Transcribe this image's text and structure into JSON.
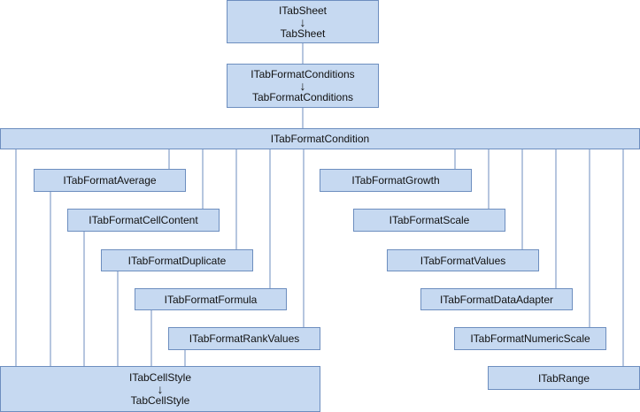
{
  "nodes": {
    "tabsheet": {
      "top": "ITabSheet",
      "arrow": "↓",
      "bottom": "TabSheet"
    },
    "tabformatconditions": {
      "top": "ITabFormatConditions",
      "arrow": "↓",
      "bottom": "TabFormatConditions"
    },
    "tabformatcondition": {
      "label": "ITabFormatCondition"
    },
    "left": [
      {
        "label": "ITabFormatAverage"
      },
      {
        "label": "ITabFormatCellContent"
      },
      {
        "label": "ITabFormatDuplicate"
      },
      {
        "label": "ITabFormatFormula"
      },
      {
        "label": "ITabFormatRankValues"
      }
    ],
    "right": [
      {
        "label": "ITabFormatGrowth"
      },
      {
        "label": "ITabFormatScale"
      },
      {
        "label": "ITabFormatValues"
      },
      {
        "label": "ITabFormatDataAdapter"
      },
      {
        "label": "ITabFormatNumericScale"
      }
    ],
    "cellstyle": {
      "top": "ITabCellStyle",
      "arrow": "↓",
      "bottom": "TabCellStyle"
    },
    "tabrange": {
      "label": "ITabRange"
    }
  },
  "colors": {
    "box_fill": "#c6d9f1",
    "box_border": "#6d8ebf",
    "line": "#6d8ebf"
  }
}
